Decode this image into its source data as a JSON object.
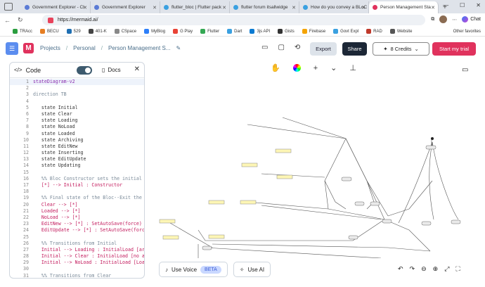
{
  "browser": {
    "tabs": [
      {
        "label": "Government Explorer - Cl",
        "color": "#5b7bd5"
      },
      {
        "label": "Government Explorer",
        "color": "#5b7bd5"
      },
      {
        "label": "flutter_bloc | Flutter pack",
        "color": "#3aa0e0"
      },
      {
        "label": "flutter forum itsallwidge",
        "color": "#3aa0e0"
      },
      {
        "label": "How do you convey a BLoC",
        "color": "#3aa0e0"
      },
      {
        "label": "Person Management Sta",
        "color": "#e0325d"
      }
    ],
    "url": "https://mermaid.ai/",
    "chat_label": "Chat",
    "bookmarks": [
      "TRAcc",
      "BECU",
      "529",
      "401-K",
      "CSpace",
      "MyBlog",
      "G Play",
      "Flutter",
      "Dart",
      "3js API",
      "Gists",
      "Firebase",
      "Govt Expl",
      "RAD",
      "Website"
    ],
    "other_favorites": "Other favorites"
  },
  "header": {
    "breadcrumbs": [
      "Projects",
      "Personal",
      "Person Management S..."
    ],
    "export_label": "Export",
    "share_label": "Share",
    "credits_label": "8 Credits",
    "trial_label": "Start my trial"
  },
  "editor": {
    "title": "Code",
    "docs_label": "Docs",
    "lines": [
      {
        "n": "1",
        "t": "stateDiagram-v2",
        "cls": "k"
      },
      {
        "n": "2",
        "t": "",
        "cls": "s"
      },
      {
        "n": "3",
        "t": "direction TB",
        "cls": "c"
      },
      {
        "n": "4",
        "t": "",
        "cls": "s"
      },
      {
        "n": "5",
        "t": "   state Initial",
        "cls": "s"
      },
      {
        "n": "6",
        "t": "   state Clear",
        "cls": "s"
      },
      {
        "n": "7",
        "t": "   state Loading",
        "cls": "s"
      },
      {
        "n": "8",
        "t": "   state NoLoad",
        "cls": "s"
      },
      {
        "n": "9",
        "t": "   state Loaded",
        "cls": "s"
      },
      {
        "n": "10",
        "t": "   state Archiving",
        "cls": "s"
      },
      {
        "n": "11",
        "t": "   state EditNew",
        "cls": "s"
      },
      {
        "n": "12",
        "t": "   state Inserting",
        "cls": "s"
      },
      {
        "n": "13",
        "t": "   state EditUpdate",
        "cls": "s"
      },
      {
        "n": "14",
        "t": "   state Updating",
        "cls": "s"
      },
      {
        "n": "15",
        "t": "",
        "cls": "s"
      },
      {
        "n": "16",
        "t": "   %% Bloc Constructor sets the initial st",
        "cls": "c"
      },
      {
        "n": "17",
        "t": "   [*] --> Initial : Constructor",
        "cls": "o"
      },
      {
        "n": "18",
        "t": "",
        "cls": "s"
      },
      {
        "n": "19",
        "t": "   %% Final state of the Bloc--Exit the pa",
        "cls": "c"
      },
      {
        "n": "20",
        "t": "   Clear --> [*]",
        "cls": "o"
      },
      {
        "n": "21",
        "t": "   Loaded --> [*]",
        "cls": "o"
      },
      {
        "n": "22",
        "t": "   NoLoad --> [*]",
        "cls": "o"
      },
      {
        "n": "23",
        "t": "   EditNew --> [*] : SetAutoSave(force)",
        "cls": "o"
      },
      {
        "n": "24",
        "t": "   EditUpdate --> [*] : SetAutoSave(force)",
        "cls": "o"
      },
      {
        "n": "25",
        "t": "",
        "cls": "s"
      },
      {
        "n": "26",
        "t": "   %% Transitions from Initial",
        "cls": "c"
      },
      {
        "n": "27",
        "t": "   Initial --> Loading : InitialLoad [args",
        "cls": "o"
      },
      {
        "n": "28",
        "t": "   Initial --> Clear : InitialLoad [no arg",
        "cls": "o"
      },
      {
        "n": "29",
        "t": "   Initial --> NoLoad : InitialLoad [Load",
        "cls": "o"
      },
      {
        "n": "30",
        "t": "",
        "cls": "s"
      },
      {
        "n": "31",
        "t": "   %% Transitions from Clear",
        "cls": "c"
      }
    ]
  },
  "bottom": {
    "voice_label": "Use Voice",
    "beta_label": "BETA",
    "ai_label": "Use AI"
  }
}
